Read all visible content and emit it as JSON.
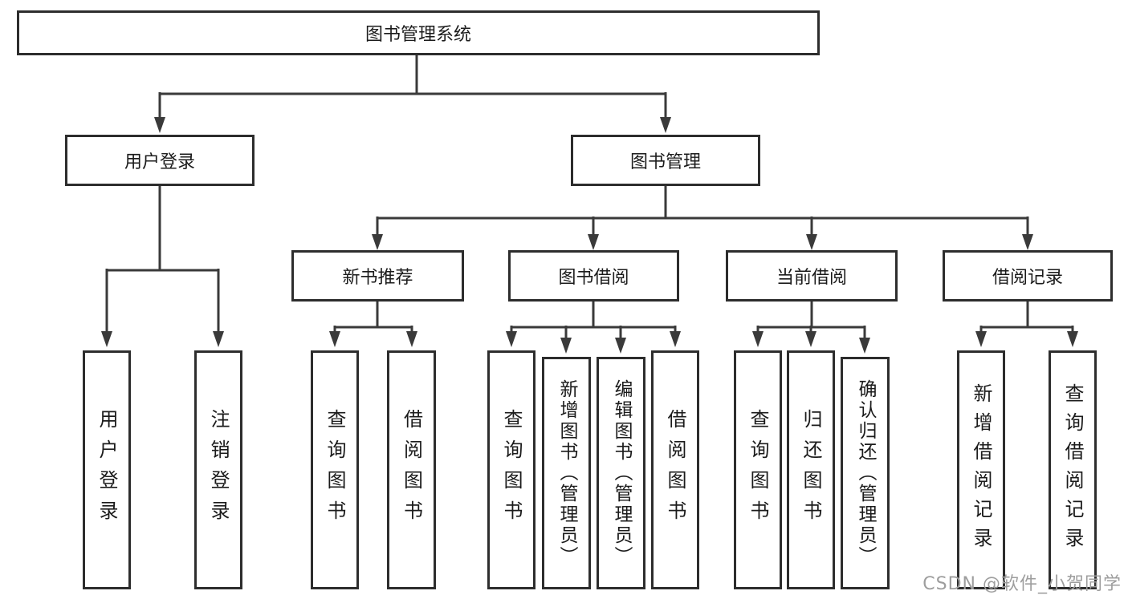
{
  "diagram": {
    "root": {
      "label": "图书管理系统"
    },
    "level2": [
      {
        "label": "用户登录"
      },
      {
        "label": "图书管理"
      }
    ],
    "level3": [
      {
        "label": "新书推荐"
      },
      {
        "label": "图书借阅"
      },
      {
        "label": "当前借阅"
      },
      {
        "label": "借阅记录"
      }
    ],
    "leaves": [
      {
        "label": "用户登录",
        "parent": "用户登录"
      },
      {
        "label": "注销登录",
        "parent": "用户登录"
      },
      {
        "label": "查询图书",
        "parent": "新书推荐"
      },
      {
        "label": "借阅图书",
        "parent": "新书推荐"
      },
      {
        "label": "查询图书",
        "parent": "图书借阅"
      },
      {
        "label": "新增图书（管理员）",
        "parent": "图书借阅"
      },
      {
        "label": "编辑图书（管理员）",
        "parent": "图书借阅"
      },
      {
        "label": "借阅图书",
        "parent": "图书借阅"
      },
      {
        "label": "查询图书",
        "parent": "当前借阅"
      },
      {
        "label": "归还图书",
        "parent": "当前借阅"
      },
      {
        "label": "确认归还（管理员）",
        "parent": "当前借阅"
      },
      {
        "label": "新增借阅记录",
        "parent": "借阅记录"
      },
      {
        "label": "查询借阅记录",
        "parent": "借阅记录"
      }
    ]
  },
  "watermark": {
    "text": "CSDN @软件_小贺同学"
  },
  "colors": {
    "line": "#3a3a3a",
    "border": "#2d2d2d",
    "text": "#1b1b1b",
    "watermark": "#9e9e9e",
    "background": "#ffffff"
  }
}
